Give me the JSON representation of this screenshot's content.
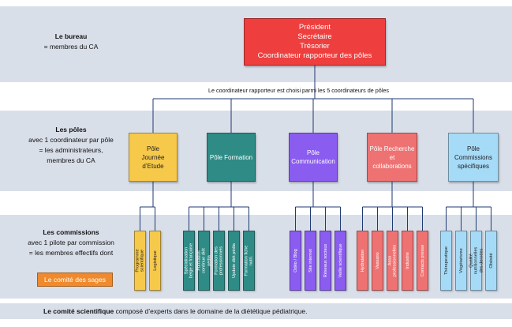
{
  "bands": {
    "bureau": {
      "title": "Le bureau",
      "lines": [
        "= membres  du CA"
      ]
    },
    "poles": {
      "title": "Les pôles",
      "lines": [
        "avec 1 coordinateur par pôle",
        "= les administrateurs,",
        "membres du CA"
      ]
    },
    "commissions": {
      "title": "Les commissions",
      "lines": [
        "avec 1 pilote par commission",
        "= les membres effectifs dont"
      ]
    }
  },
  "top_box": {
    "lines": [
      "Président",
      "Secrétaire",
      "Trésorier",
      "Coordinateur rapporteur des pôles"
    ]
  },
  "coordinator_note": "Le coordinateur rapporteur est choisi parmi les 5 coordinateurs de pôles",
  "sages_label": "Le comité des sages",
  "scientific": {
    "bold": "Le comité scientifique",
    "rest": " composé d’experts dans le domaine de la diététique pédiatrique."
  },
  "colors": {
    "band": "#d9dfe9",
    "top": "#ee3e3e",
    "etude": "#f7c94a",
    "formation": "#2e8b86",
    "communication": "#8b5cf0",
    "recherche": "#ef7272",
    "specifiques": "#a6dbf7",
    "sages": "#f08a2c",
    "line": "#1f3a73"
  },
  "poles": [
    {
      "label": "Pôle\nJournée d’Etude",
      "color": "#f7c94a",
      "text_color": "#222",
      "commissions": [
        "Programme\nscientifique",
        "Logistique"
      ]
    },
    {
      "label": "Pôle Formation",
      "color": "#2e8b86",
      "text_color": "#fff",
      "commissions": [
        "Spécialisation\nbelge et française",
        "Formation\ncontinue diét\npédia",
        "Formation des\nprofessionnels",
        "Update diét pédia",
        "Formation fiche\nnutri."
      ]
    },
    {
      "label": "Pôle\nCommunication",
      "color": "#8b5cf0",
      "text_color": "#fff",
      "commissions": [
        "Odéo / Blog",
        "Site internet",
        "Réseaux sociaux",
        "Veille scientifique"
      ]
    },
    {
      "label": "Pôle Recherche\net collaborations",
      "color": "#ef7272",
      "text_color": "#fff",
      "commissions": [
        "Hydratation",
        "Vassano",
        "Asso\nprofessionnelles",
        "Industrie",
        "Contacts presse"
      ]
    },
    {
      "label": "Pôle\nCommissions\nspécifiques",
      "color": "#a6dbf7",
      "text_color": "#222",
      "commissions": [
        "Thérapeutique",
        "Végétarisme",
        "Qualité\nnutritionnelles\ndes denrées",
        "Obésité"
      ]
    }
  ]
}
